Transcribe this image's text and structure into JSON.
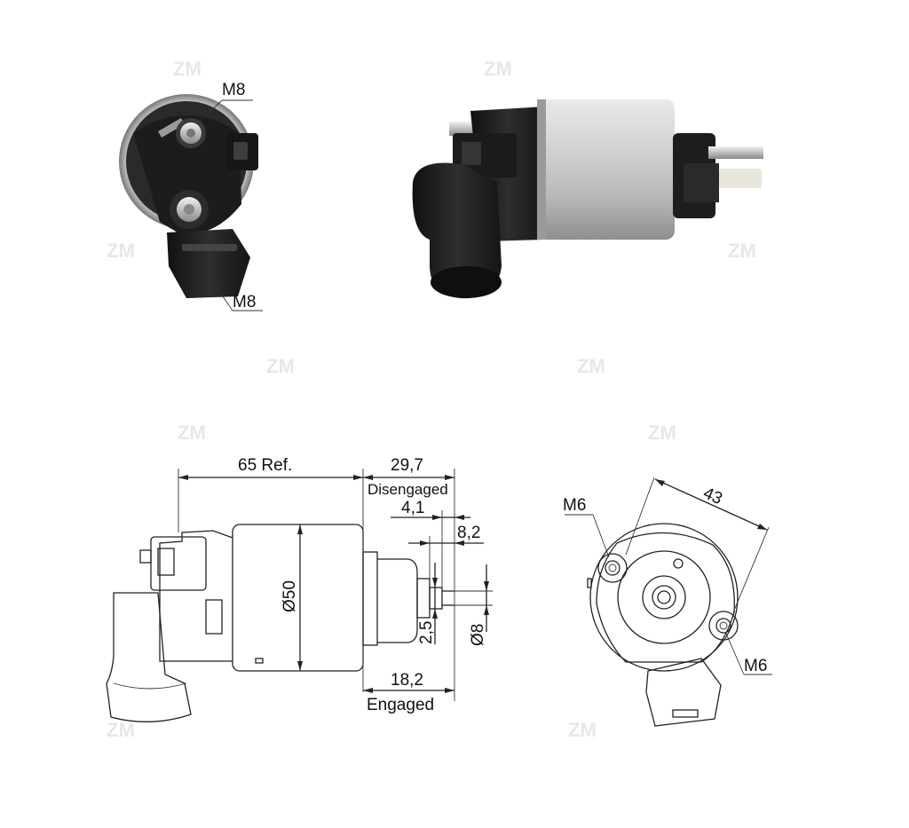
{
  "watermark": "ZM",
  "photo_front": {
    "label_top": "M8",
    "label_bottom": "M8"
  },
  "drawing_side": {
    "length_ref": "65 Ref.",
    "stroke_total": "29,7",
    "disengaged_label": "Disengaged",
    "dim_4_1": "4,1",
    "dim_8_2": "8,2",
    "diameter_body": "Ø50",
    "dim_2_5": "2,5",
    "diameter_plunger": "Ø8",
    "engaged_value": "18,2",
    "engaged_label": "Engaged"
  },
  "drawing_end": {
    "spacing": "43",
    "thread_left": "M6",
    "thread_right": "M6"
  },
  "colors": {
    "body_silver": "#c9c9c9",
    "plastic_black": "#1a1a1a",
    "line": "#222222"
  }
}
